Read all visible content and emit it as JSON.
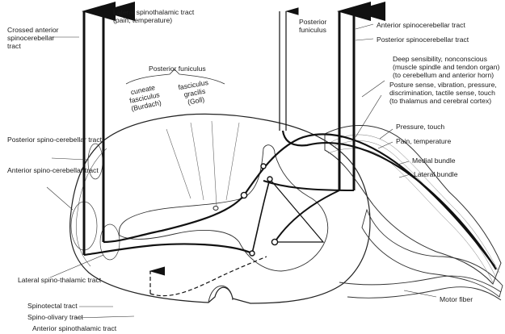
{
  "labels": {
    "crossed_anterior_spinocerebellar": "Crossed anterior spinocerebellar tract",
    "lateral_spinothalamic": "Lateral spinothalamic tract (pain, temperature)",
    "posterior_funiculus_top": "Posterior funiculus",
    "anterior_spinocerebellar_top": "Anterior spinocerebellar tract",
    "posterior_spinocerebellar_top": "Posterior spinocerebellar tract",
    "posterior_funiculus_center": "Posterior funiculus",
    "cuneate": "cuneate fasciculus (Burdach)",
    "gracilis": "fasciculus gracilis (Goll)",
    "deep_sensibility": "Deep sensibility, nonconscious (muscle spindle and tendon organ) (to cerebellum and anterior horn)",
    "posture_sense": "Posture sense, vibration, pressure, discrimination, tactile sense, touch (to thalamus and cerebral cortex)",
    "pressure_touch": "Pressure, touch",
    "pain_temperature": "Pain, temperature",
    "medial_bundle": "Medial bundle",
    "lateral_bundle": "Lateral bundle",
    "posterior_spinocerebellar_left": "Posterior spino-cerebellar tract",
    "anterior_spinocerebellar_left": "Anterior spino-cerebellar tract",
    "lateral_spinothalamic_lower": "Lateral spino-thalamic tract",
    "spinotectal": "Spinotectal tract",
    "spino_olivary": "Spino-olivary tract",
    "anterior_spinothalamic": "Anterior spinothalamic tract",
    "motor_fiber": "Motor fiber"
  }
}
